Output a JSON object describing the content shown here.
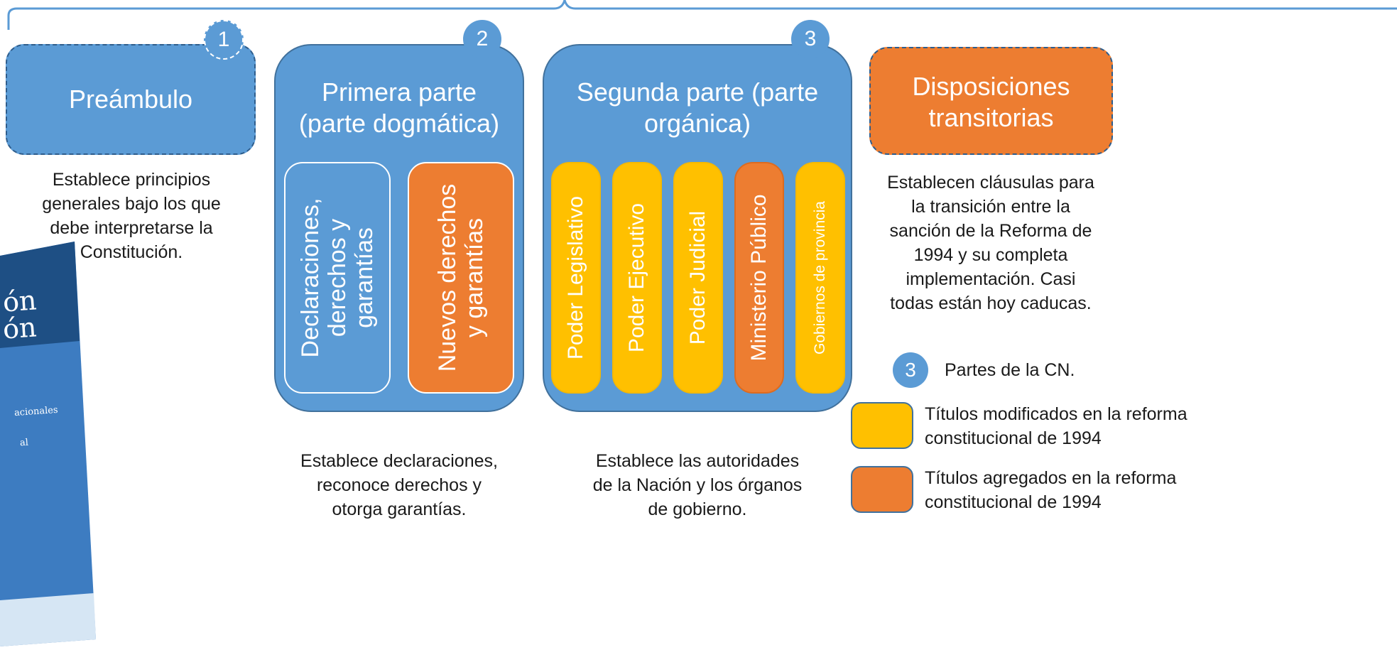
{
  "badges": {
    "one": "1",
    "two": "2",
    "three": "3"
  },
  "preambulo": {
    "title": "Preámbulo",
    "desc_lines": [
      "Establece principios",
      "generales bajo los que",
      "debe interpretarse la",
      "Constitución."
    ]
  },
  "primera": {
    "title_lines": [
      "Primera parte",
      "(parte dogmática)"
    ],
    "box1_lines": [
      "Declaraciones,",
      "derechos y",
      "garantías"
    ],
    "box2_lines": [
      "Nuevos derechos",
      "y garantías"
    ],
    "desc_lines": [
      "Establece declaraciones,",
      "reconoce derechos y",
      "otorga garantías."
    ]
  },
  "segunda": {
    "title_lines": [
      "Segunda parte (parte",
      "orgánica)"
    ],
    "boxes": [
      "Poder Legislativo",
      "Poder Ejecutivo",
      "Poder Judicial",
      "Ministerio Público",
      "Gobiernos de provincia"
    ],
    "desc_lines": [
      "Establece las autoridades",
      "de la Nación y los órganos",
      "de gobierno."
    ]
  },
  "disposiciones": {
    "title_lines": [
      "Disposiciones",
      "transitorias"
    ],
    "desc_lines": [
      "Establecen cláusulas para",
      "la transición entre la",
      "sanción de la Reforma de",
      "1994 y su completa",
      "implementación. Casi",
      "todas están hoy caducas."
    ]
  },
  "legend": {
    "badge": "3",
    "badge_label": "Partes de la CN.",
    "yellow_lines": [
      "Títulos modificados en la reforma",
      "constitucional de 1994"
    ],
    "orange_lines": [
      "Títulos agregados en la reforma",
      "constitucional de 1994"
    ]
  },
  "book": {
    "line1": "ón",
    "line2": "ón",
    "small1": "acionales",
    "small2": "al"
  },
  "colors": {
    "blue": "#5b9bd5",
    "orange": "#ed7d31",
    "yellow": "#ffc000",
    "border": "#41719c"
  }
}
